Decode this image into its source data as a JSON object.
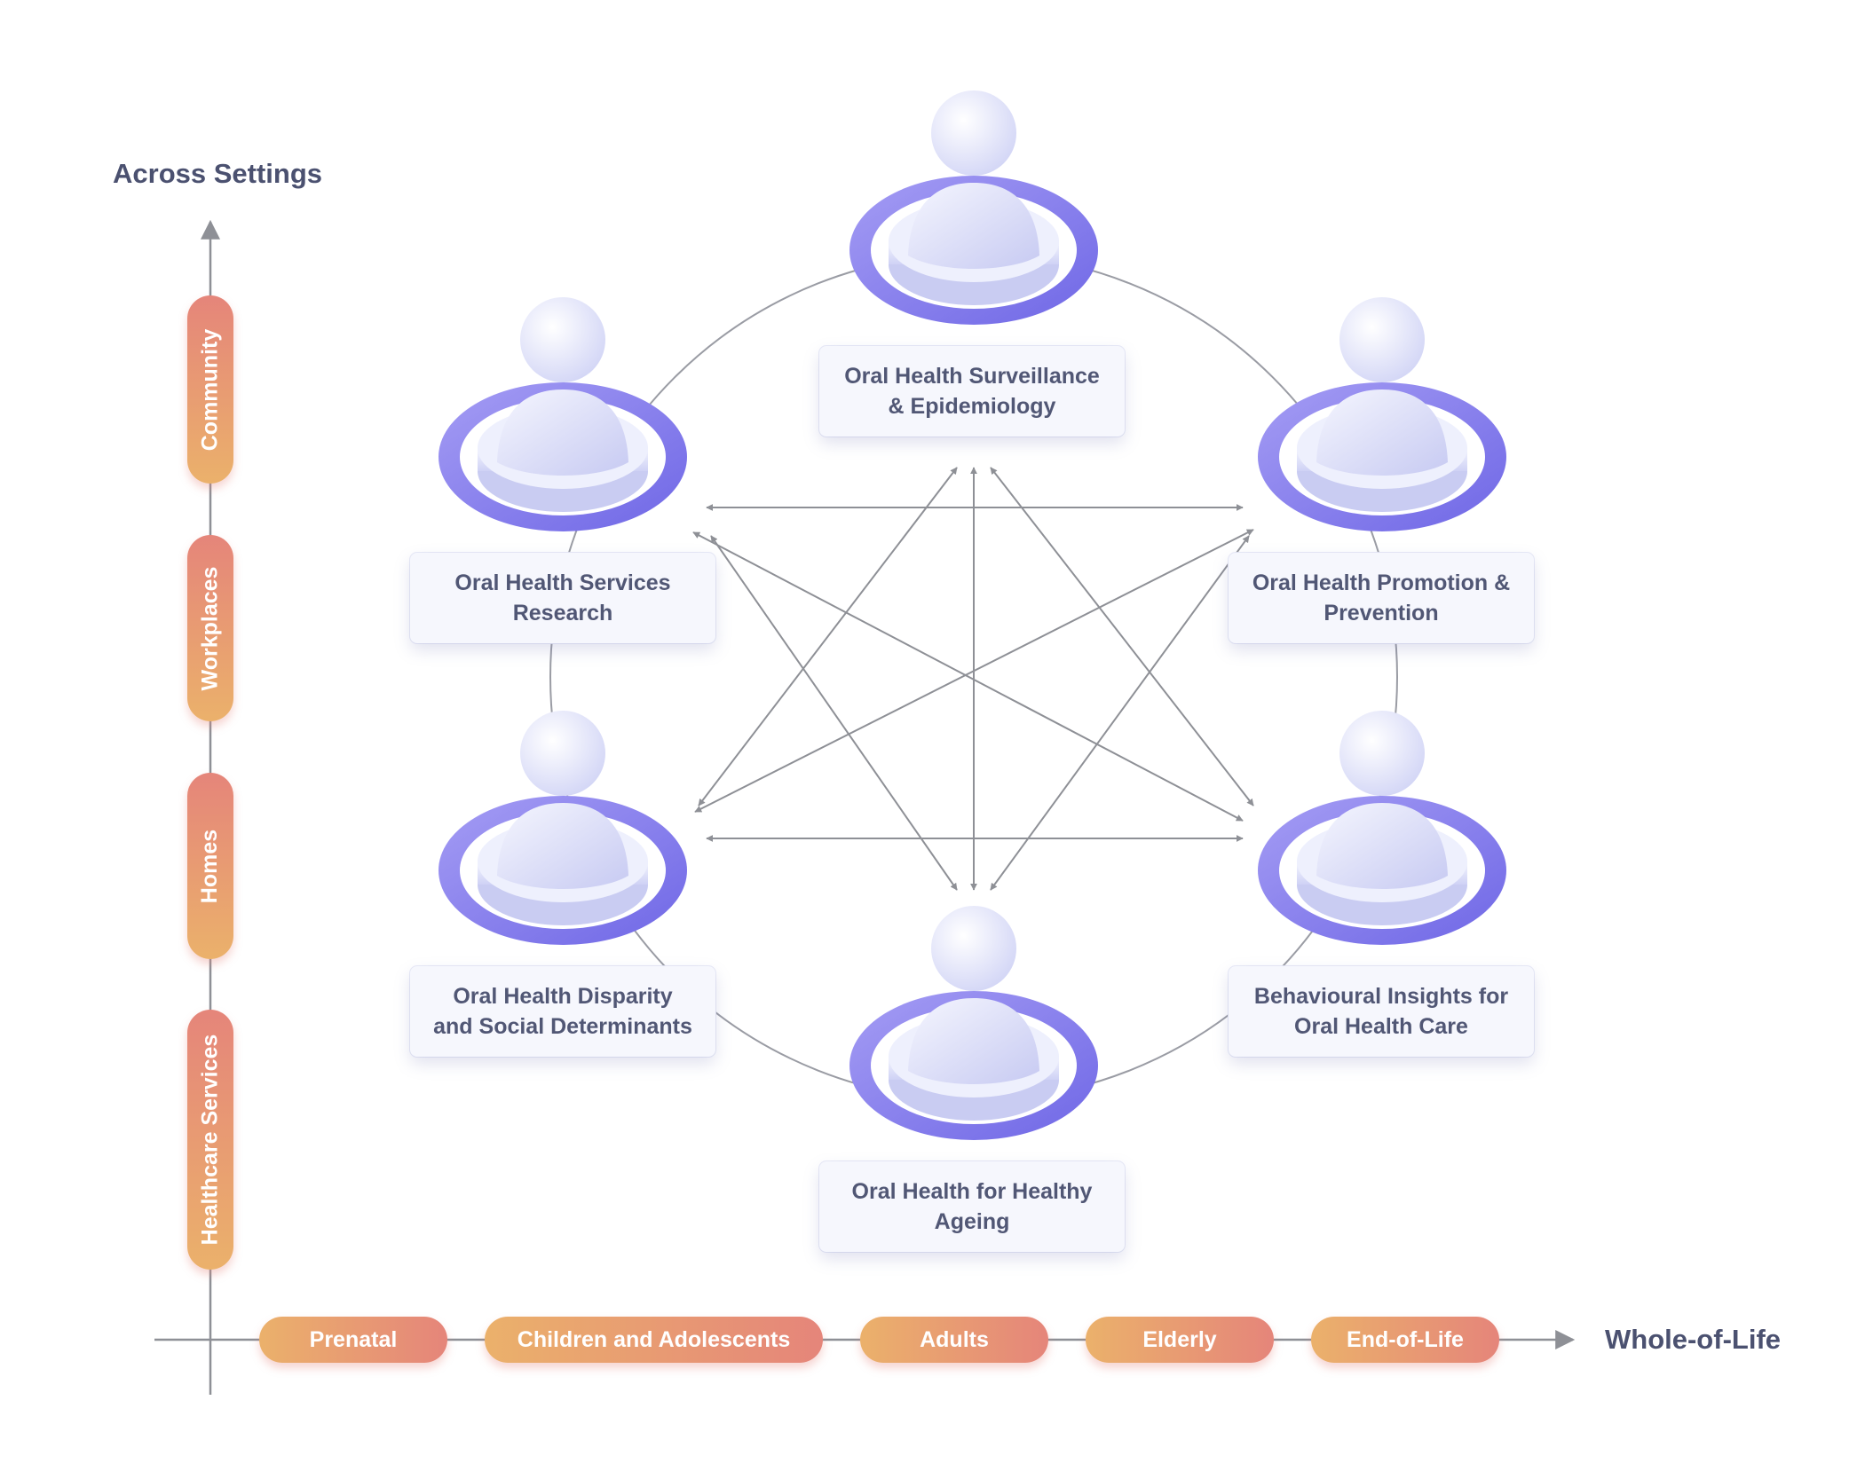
{
  "axes": {
    "y_title": "Across Settings",
    "x_title": "Whole-of-Life"
  },
  "settings": [
    "Community",
    "Workplaces",
    "Homes",
    "Healthcare Services"
  ],
  "life_stages": [
    "Prenatal",
    "Children and Adolescents",
    "Adults",
    "Elderly",
    "End-of-Life"
  ],
  "nodes": [
    {
      "id": "surveillance",
      "label_lines": [
        "Oral Health Surveillance",
        "& Epidemiology"
      ]
    },
    {
      "id": "services-research",
      "label_lines": [
        "Oral Health Services",
        "Research"
      ]
    },
    {
      "id": "promotion",
      "label_lines": [
        "Oral Health Promotion &",
        "Prevention"
      ]
    },
    {
      "id": "disparity",
      "label_lines": [
        "Oral Health Disparity",
        "and Social Determinants"
      ]
    },
    {
      "id": "behavioural",
      "label_lines": [
        "Behavioural Insights for",
        "Oral Health Care"
      ]
    },
    {
      "id": "ageing",
      "label_lines": [
        "Oral Health for Healthy",
        "Ageing"
      ]
    }
  ],
  "colors": {
    "ring": "#8e86ee",
    "figure": "#e6e8fa",
    "pill_start": "#ebb16b",
    "pill_end": "#e5857a",
    "axis": "#8e9096",
    "arrow": "#8e9096",
    "text": "#515775"
  },
  "icons": {
    "node_figure": "person-pawn-icon",
    "arrowhead": "arrowhead-icon"
  }
}
